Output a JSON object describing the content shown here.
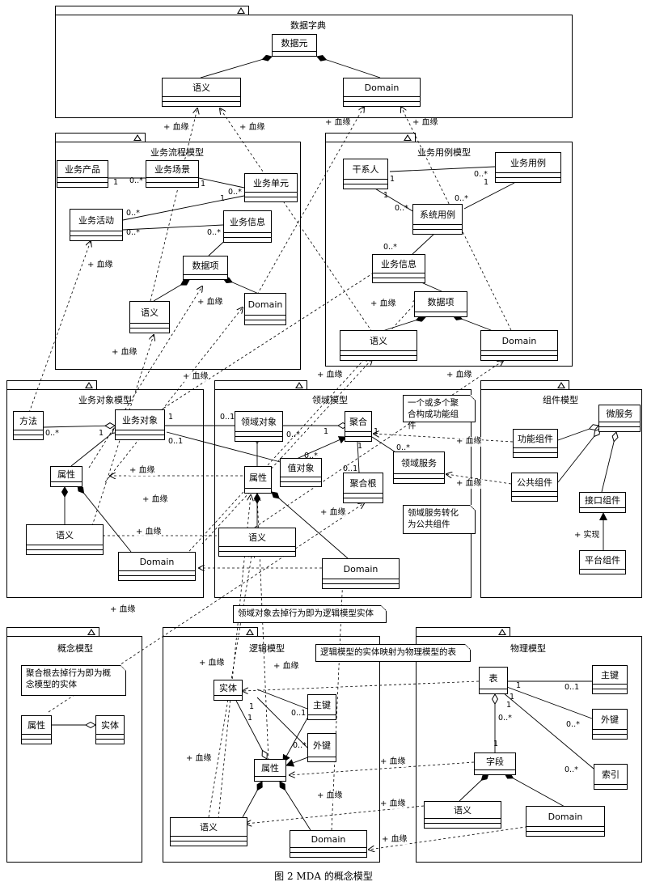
{
  "packages": {
    "data_dictionary": {
      "title": "数据字典"
    },
    "business_process": {
      "title": "业务流程模型"
    },
    "business_usecase": {
      "title": "业务用例模型"
    },
    "business_object": {
      "title": "业务对象模型"
    },
    "domain": {
      "title": "领域模型"
    },
    "component": {
      "title": "组件模型"
    },
    "concept": {
      "title": "概念模型"
    },
    "logic": {
      "title": "逻辑模型"
    },
    "physical": {
      "title": "物理模型"
    }
  },
  "classes": {
    "dd_element": "数据元",
    "dd_semantic": "语义",
    "dd_domain": "Domain",
    "bp_product": "业务产品",
    "bp_scene": "业务场景",
    "bp_unit": "业务单元",
    "bp_activity": "业务活动",
    "bp_info": "业务信息",
    "bp_item": "数据项",
    "bp_semantic": "语义",
    "bp_domain": "Domain",
    "uc_stakeholder": "干系人",
    "uc_usecase": "业务用例",
    "uc_sys_usecase": "系统用例",
    "uc_info": "业务信息",
    "uc_item": "数据项",
    "uc_semantic": "语义",
    "uc_domain": "Domain",
    "bo_method": "方法",
    "bo_object": "业务对象",
    "bo_attr": "属性",
    "bo_semantic": "语义",
    "bo_domain": "Domain",
    "dm_object": "领域对象",
    "dm_aggregate": "聚合",
    "dm_value": "值对象",
    "dm_root": "聚合根",
    "dm_service": "领域服务",
    "dm_attr": "属性",
    "dm_semantic": "语义",
    "dm_domain": "Domain",
    "cm_func": "功能组件",
    "cm_micro": "微服务",
    "cm_common": "公共组件",
    "cm_iface": "接口组件",
    "cm_platform": "平台组件",
    "co_attr": "属性",
    "co_entity": "实体",
    "lg_entity": "实体",
    "lg_pk": "主键",
    "lg_fk": "外键",
    "lg_attr": "属性",
    "lg_semantic": "语义",
    "lg_domain": "Domain",
    "ph_table": "表",
    "ph_pk": "主键",
    "ph_fk": "外键",
    "ph_index": "索引",
    "ph_field": "字段",
    "ph_semantic": "语义",
    "ph_domain": "Domain"
  },
  "notes": {
    "aggregate_component": "一个或多个聚合构成功能组件",
    "service_common": "领域服务转化为公共组件",
    "domain_to_logic": "领域对象去掉行为即为逻辑模型实体",
    "logic_to_physical": "逻辑模型的实体映射为物理模型的表",
    "root_to_concept": "聚合根去掉行为即为概念模型的实体"
  },
  "labels": {
    "lineage": "+ 血缘",
    "realize": "+ 实现"
  },
  "multiplicities": [
    "1",
    "0..*",
    "0..1",
    "0..*",
    "1",
    "1"
  ],
  "caption": "图 2   MDA 的概念模型"
}
